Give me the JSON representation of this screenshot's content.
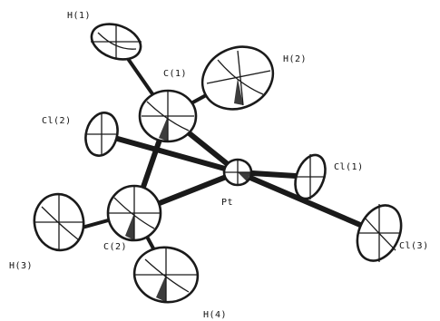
{
  "atoms": {
    "h1": "H(1)",
    "h2": "H(2)",
    "c1": "C(1)",
    "cl2": "Cl(2)",
    "cl1": "Cl(1)",
    "pt": "Pt",
    "c2": "C(2)",
    "h3": "H(3)",
    "h4": "H(4)",
    "cl3": "Cl(3)"
  }
}
